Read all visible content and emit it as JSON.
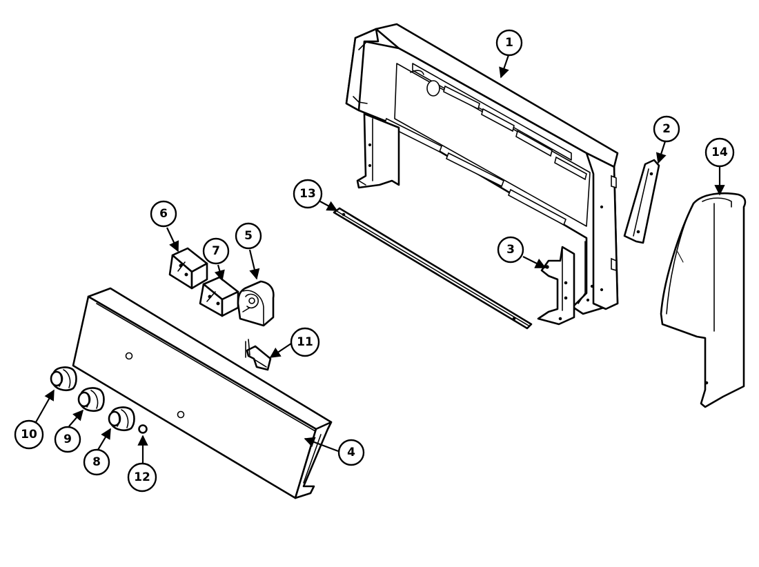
{
  "callouts": [
    {
      "id": "1",
      "label": "1"
    },
    {
      "id": "2",
      "label": "2"
    },
    {
      "id": "3",
      "label": "3"
    },
    {
      "id": "4",
      "label": "4"
    },
    {
      "id": "5",
      "label": "5"
    },
    {
      "id": "6",
      "label": "6"
    },
    {
      "id": "7",
      "label": "7"
    },
    {
      "id": "8",
      "label": "8"
    },
    {
      "id": "9",
      "label": "9"
    },
    {
      "id": "10",
      "label": "10"
    },
    {
      "id": "11",
      "label": "11"
    },
    {
      "id": "12",
      "label": "12"
    },
    {
      "id": "13",
      "label": "13"
    },
    {
      "id": "14",
      "label": "14"
    }
  ],
  "colors": {
    "line": "#000000",
    "fill": "#ffffff"
  }
}
